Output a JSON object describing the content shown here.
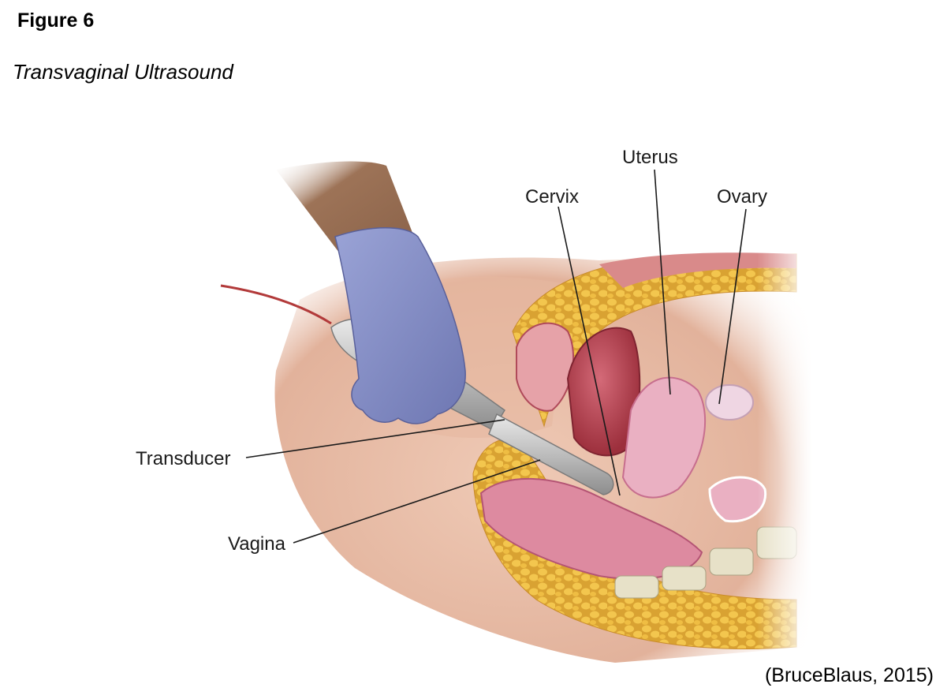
{
  "figure": {
    "label": "Figure 6",
    "title": "Transvaginal Ultrasound",
    "credit": "(BruceBlaus, 2015)"
  },
  "labels": {
    "uterus": "Uterus",
    "cervix": "Cervix",
    "ovary": "Ovary",
    "transducer": "Transducer",
    "vagina": "Vagina"
  },
  "colors": {
    "skin": "#e7bda8",
    "skin_shadow": "#c99a83",
    "fat": "#f1c24a",
    "fat_dark": "#d9a232",
    "tissue_pink": "#e79aac",
    "uterus_inner": "#b9454f",
    "glove": "#8a93c9",
    "probe": "#c8c8c8",
    "arm": "#a57a5e",
    "cable": "#b23a3a",
    "spine": "#e7e1c8"
  }
}
